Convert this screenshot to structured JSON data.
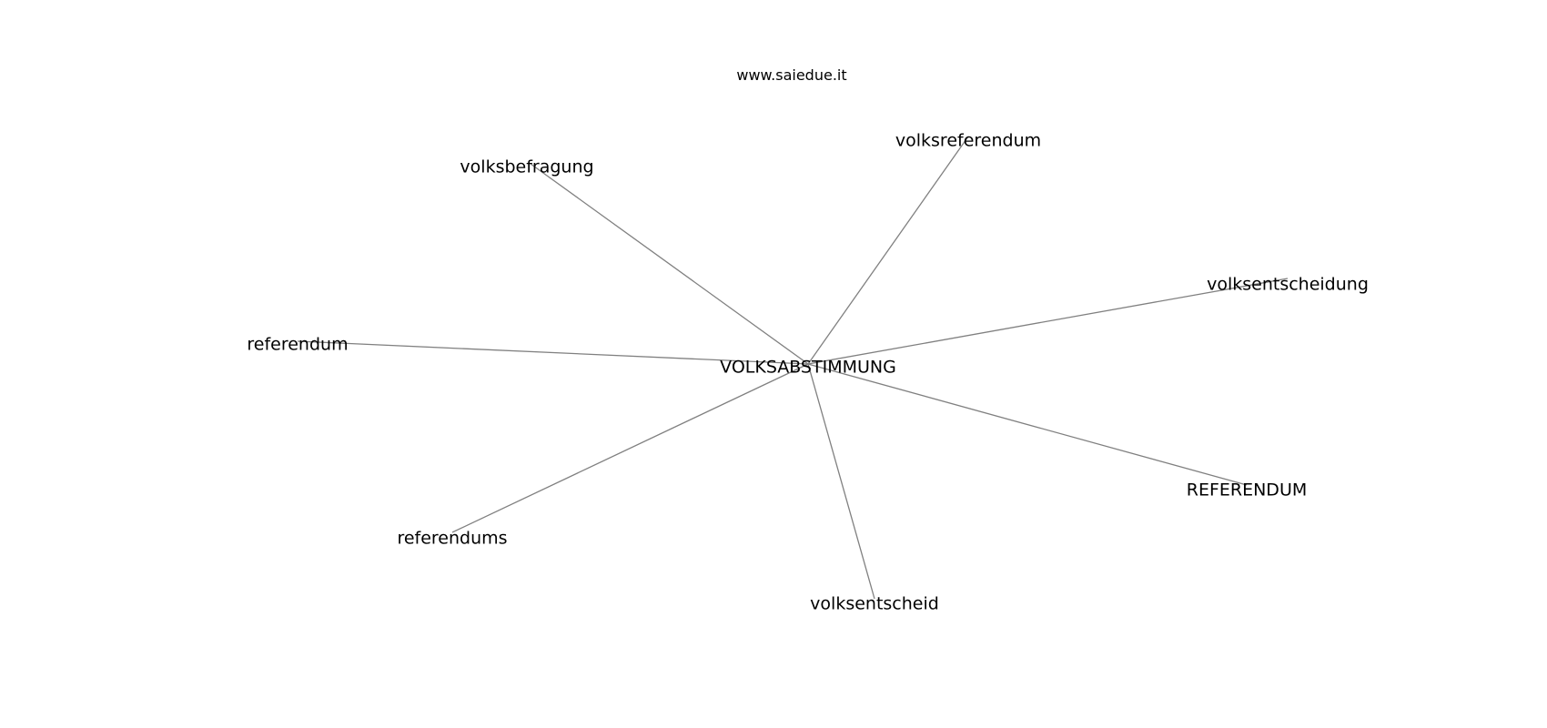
{
  "watermark": "www.saiedue.it",
  "graph": {
    "center": {
      "id": "center",
      "label": "VOLKSABSTIMMUNG"
    },
    "neighbors": [
      {
        "id": "volksbefragung",
        "label": "volksbefragung"
      },
      {
        "id": "volksreferendum",
        "label": "volksreferendum"
      },
      {
        "id": "volksentscheidung",
        "label": "volksentscheidung"
      },
      {
        "id": "referendum",
        "label": "referendum"
      },
      {
        "id": "referendum-upper",
        "label": "REFERENDUM"
      },
      {
        "id": "referendums",
        "label": "referendums"
      },
      {
        "id": "volksentscheid",
        "label": "volksentscheid"
      }
    ],
    "edges": [
      [
        "center",
        "volksbefragung"
      ],
      [
        "center",
        "volksreferendum"
      ],
      [
        "center",
        "volksentscheidung"
      ],
      [
        "center",
        "referendum"
      ],
      [
        "center",
        "referendum-upper"
      ],
      [
        "center",
        "referendums"
      ],
      [
        "center",
        "volksentscheid"
      ]
    ]
  }
}
